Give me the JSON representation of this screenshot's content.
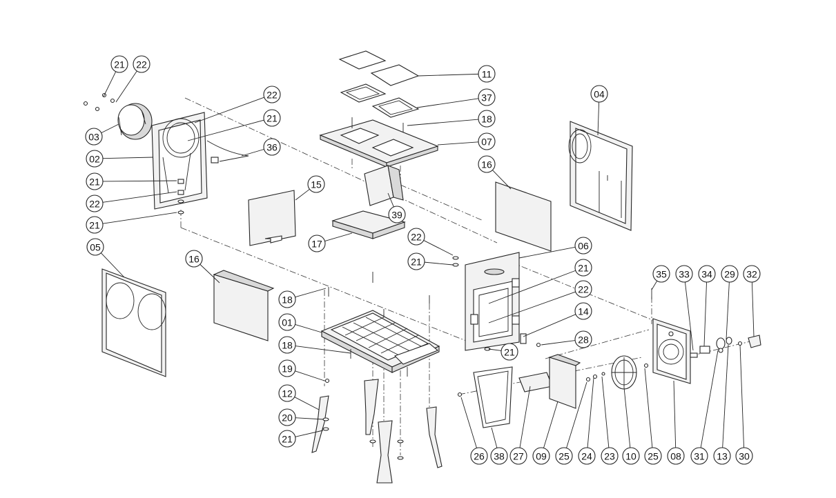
{
  "diagram": {
    "kind": "exploded-parts-view",
    "colors": {
      "line": "#222222",
      "fill": "#f2f2f2",
      "background": "#ffffff"
    },
    "callouts": [
      {
        "label": "21"
      },
      {
        "label": "22"
      },
      {
        "label": "03"
      },
      {
        "label": "02"
      },
      {
        "label": "21"
      },
      {
        "label": "22"
      },
      {
        "label": "21"
      },
      {
        "label": "22"
      },
      {
        "label": "21"
      },
      {
        "label": "36"
      },
      {
        "label": "11"
      },
      {
        "label": "37"
      },
      {
        "label": "18"
      },
      {
        "label": "07"
      },
      {
        "label": "04"
      },
      {
        "label": "16"
      },
      {
        "label": "15"
      },
      {
        "label": "39"
      },
      {
        "label": "17"
      },
      {
        "label": "05"
      },
      {
        "label": "16"
      },
      {
        "label": "22"
      },
      {
        "label": "21"
      },
      {
        "label": "06"
      },
      {
        "label": "21"
      },
      {
        "label": "22"
      },
      {
        "label": "14"
      },
      {
        "label": "28"
      },
      {
        "label": "21"
      },
      {
        "label": "18"
      },
      {
        "label": "01"
      },
      {
        "label": "18"
      },
      {
        "label": "19"
      },
      {
        "label": "12"
      },
      {
        "label": "20"
      },
      {
        "label": "21"
      },
      {
        "label": "35"
      },
      {
        "label": "33"
      },
      {
        "label": "34"
      },
      {
        "label": "29"
      },
      {
        "label": "32"
      },
      {
        "label": "26"
      },
      {
        "label": "38"
      },
      {
        "label": "27"
      },
      {
        "label": "09"
      },
      {
        "label": "25"
      },
      {
        "label": "24"
      },
      {
        "label": "23"
      },
      {
        "label": "10"
      },
      {
        "label": "25"
      },
      {
        "label": "08"
      },
      {
        "label": "31"
      },
      {
        "label": "13"
      },
      {
        "label": "30"
      }
    ]
  }
}
